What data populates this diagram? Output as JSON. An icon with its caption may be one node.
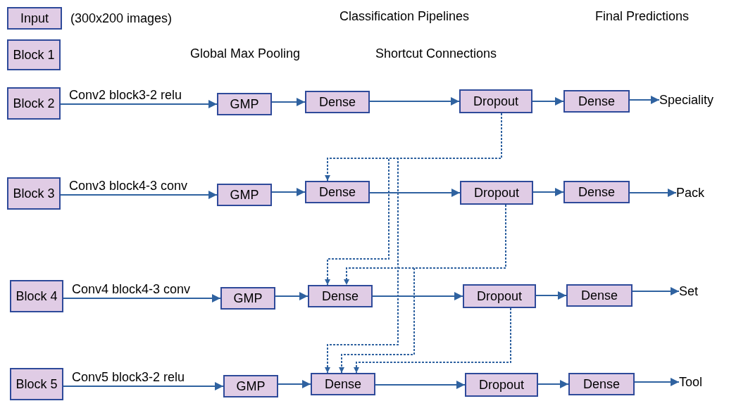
{
  "diagram": {
    "nodes": [
      {
        "text": [
          "Input"
        ],
        "beside": [
          "(300x200 images)"
        ]
      },
      {
        "text": [
          "Block 1"
        ]
      },
      {
        "text": [
          "Block 2"
        ]
      },
      {
        "text": [
          "GMP"
        ]
      },
      {
        "text": [
          "Dense"
        ]
      },
      {
        "text": [
          "Dropout"
        ]
      },
      {
        "text": [
          "Dense"
        ]
      },
      {
        "text": [
          "Speciality"
        ]
      },
      {
        "text": [
          "Block 3"
        ]
      },
      {
        "text": [
          "GMP"
        ]
      },
      {
        "text": [
          "Dense"
        ]
      },
      {
        "text": [
          "Dropout"
        ]
      },
      {
        "text": [
          "Dense"
        ]
      },
      {
        "text": [
          "Pack"
        ]
      },
      {
        "text": [
          "Block 4"
        ]
      },
      {
        "text": [
          "GMP"
        ]
      },
      {
        "text": [
          "Dense"
        ]
      },
      {
        "text": [
          "Dropout"
        ]
      },
      {
        "text": [
          "Dense"
        ]
      },
      {
        "text": [
          "Set"
        ]
      },
      {
        "text": [
          "Block 5"
        ]
      },
      {
        "text": [
          "GMP"
        ]
      },
      {
        "text": [
          "Dense"
        ]
      },
      {
        "text": [
          "Dropout"
        ]
      },
      {
        "text": [
          "Dense"
        ]
      },
      {
        "text": [
          "Tool"
        ]
      }
    ],
    "edges": [
      {
        "from": 2,
        "to": 3,
        "arrow": "to",
        "label": "Conv2 block3-2 relu"
      },
      {
        "from": 3,
        "to": 4,
        "arrow": "to"
      },
      {
        "from": 4,
        "to": 5,
        "arrow": "to"
      },
      {
        "from": 5,
        "to": 6,
        "arrow": "to"
      },
      {
        "from": 6,
        "to": 7,
        "arrow": "to"
      },
      {
        "from": 8,
        "to": 9,
        "arrow": "to",
        "label": "Conv3 block4-3 conv"
      },
      {
        "from": 9,
        "to": 10,
        "arrow": "to"
      },
      {
        "from": 10,
        "to": 11,
        "arrow": "to"
      },
      {
        "from": 11,
        "to": 12,
        "arrow": "to"
      },
      {
        "from": 12,
        "to": 13,
        "arrow": "to"
      },
      {
        "from": 14,
        "to": 15,
        "arrow": "to",
        "label": "Conv4 block4-3 conv"
      },
      {
        "from": 15,
        "to": 16,
        "arrow": "to"
      },
      {
        "from": 16,
        "to": 17,
        "arrow": "to"
      },
      {
        "from": 17,
        "to": 18,
        "arrow": "to"
      },
      {
        "from": 18,
        "to": 19,
        "arrow": "to"
      },
      {
        "from": 20,
        "to": 21,
        "arrow": "to",
        "label": "Conv5 block3-2 relu"
      },
      {
        "from": 21,
        "to": 22,
        "arrow": "to"
      },
      {
        "from": 22,
        "to": 23,
        "arrow": "to"
      },
      {
        "from": 23,
        "to": 24,
        "arrow": "to"
      },
      {
        "from": 24,
        "to": 25,
        "arrow": "to"
      },
      {
        "from": 5,
        "to": 10,
        "arrow": "to",
        "style": "dashed"
      },
      {
        "from": 5,
        "to": 16,
        "arrow": "to",
        "style": "dashed"
      },
      {
        "from": 5,
        "to": 22,
        "arrow": "to",
        "style": "dashed"
      },
      {
        "from": 11,
        "to": 16,
        "arrow": "to",
        "style": "dashed"
      },
      {
        "from": 11,
        "to": 22,
        "arrow": "to",
        "style": "dashed"
      },
      {
        "from": 17,
        "to": 22,
        "arrow": "to",
        "style": "dashed"
      }
    ],
    "labels": [
      "Classification Pipelines",
      "Final Predictions",
      "Global Max Pooling",
      "Shortcut Connections"
    ]
  }
}
